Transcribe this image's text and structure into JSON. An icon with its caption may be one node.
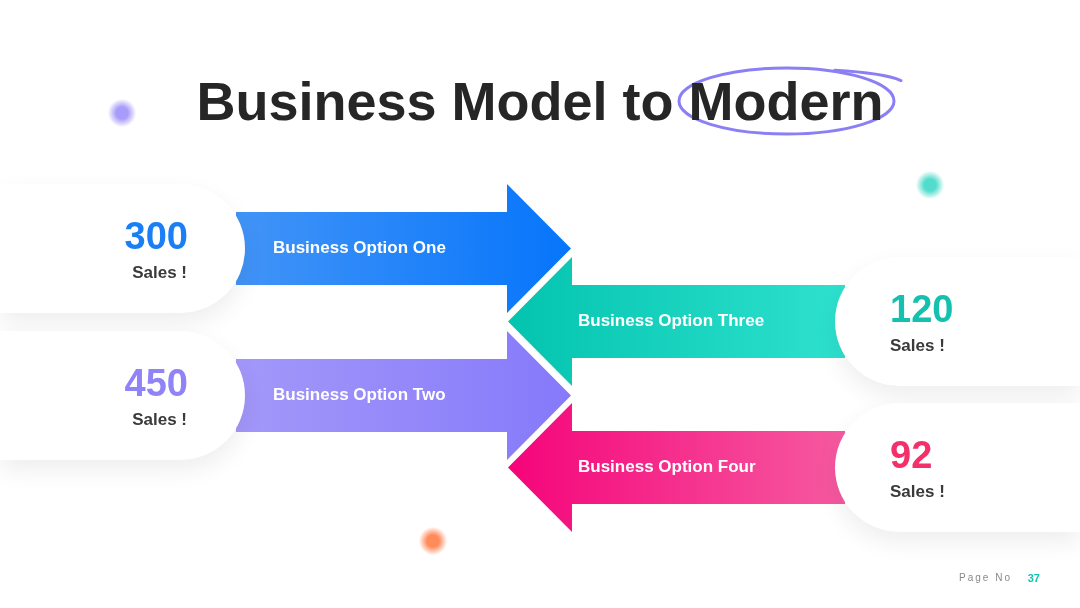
{
  "diagram": {
    "title": "Business Model to Modern",
    "nodes": [
      {
        "text": [
          "300",
          "Sales !"
        ]
      },
      {
        "text": [
          "Business Option One"
        ]
      },
      {
        "text": [
          "Business Option Three"
        ]
      },
      {
        "text": [
          "120",
          "Sales !"
        ]
      },
      {
        "text": [
          "450",
          "Sales !"
        ]
      },
      {
        "text": [
          "Business Option Two"
        ]
      },
      {
        "text": [
          "Business Option Four"
        ]
      },
      {
        "text": [
          "92",
          "Sales !"
        ]
      }
    ],
    "labels": [
      "Page No",
      "37"
    ]
  }
}
